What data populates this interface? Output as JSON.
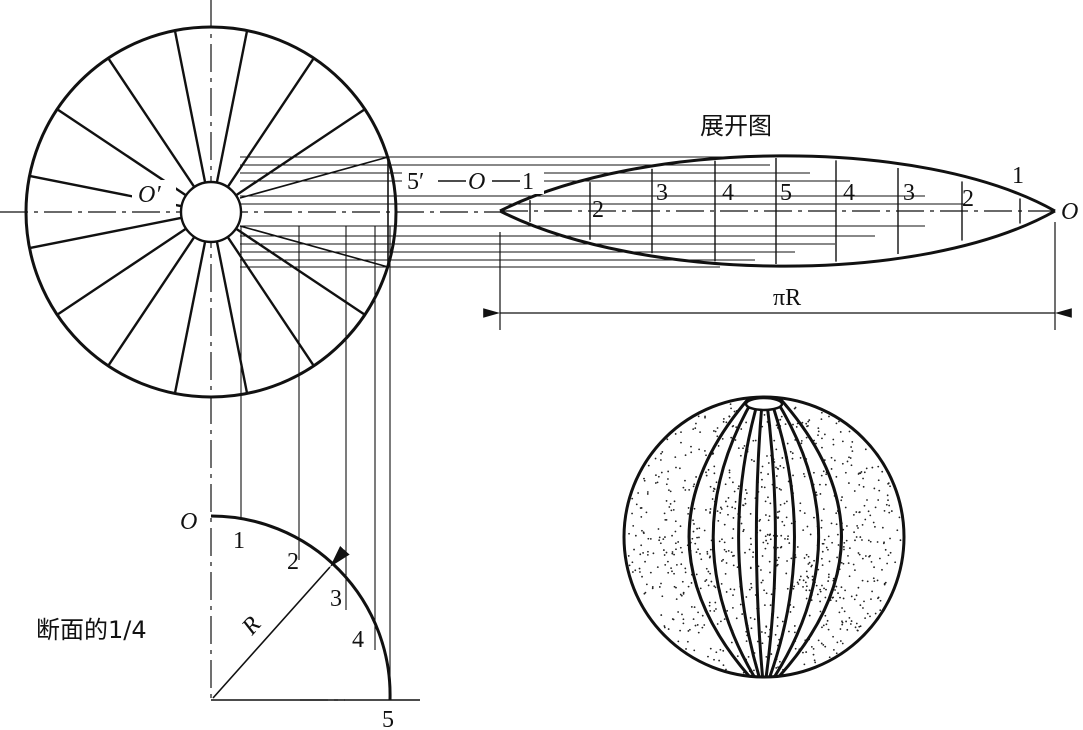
{
  "diagram": {
    "title": "展开图",
    "section_label": "断面的1/4",
    "radius_label": "R",
    "dimension_label": "πR",
    "center_label": "O′",
    "origin_label": "O",
    "meridian_label": "5′—O—1",
    "meridian_label_parts": [
      "5′",
      "O",
      "1"
    ],
    "gore_numbers_left": [
      "2",
      "3",
      "4",
      "5"
    ],
    "gore_numbers_right": [
      "4",
      "3",
      "2",
      "1"
    ],
    "section_points": [
      "1",
      "2",
      "3",
      "4",
      "5"
    ]
  }
}
